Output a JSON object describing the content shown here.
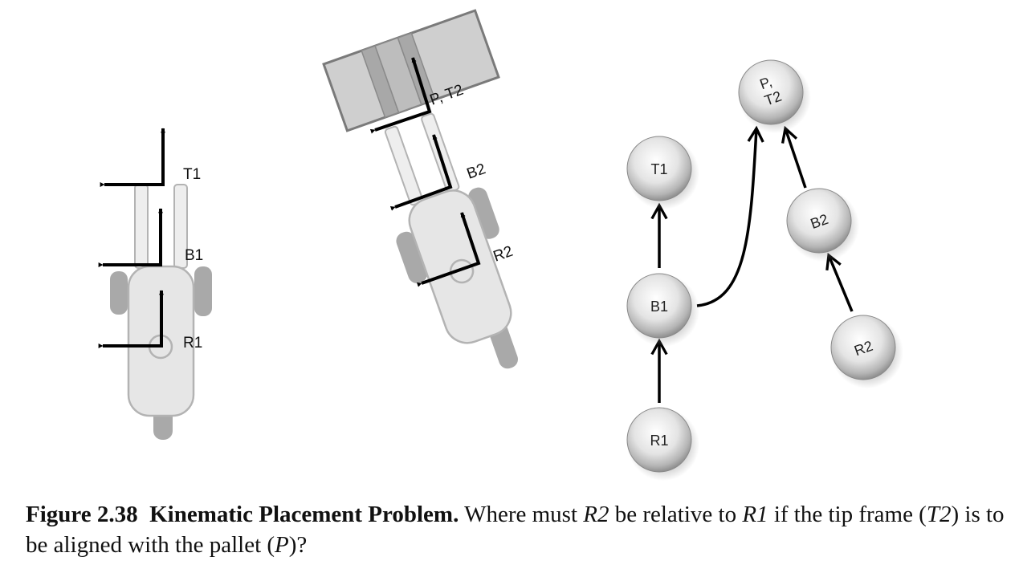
{
  "robot1": {
    "tip_label": "T1",
    "base_label": "B1",
    "robot_label": "R1"
  },
  "robot2": {
    "tip_label": "P, T2",
    "base_label": "B2",
    "robot_label": "R2"
  },
  "graph": {
    "nodes": {
      "t1": "T1",
      "b1": "B1",
      "r1": "R1",
      "pt2_line1": "P,",
      "pt2_line2": "T2",
      "b2": "B2",
      "r2": "R2"
    }
  },
  "caption": {
    "label": "Figure 2.38",
    "title": "Kinematic Placement Problem.",
    "text_1": "Where must",
    "r2": "R2",
    "text_2": "be relative to",
    "r1": "R1",
    "text_3": "if the tip frame (",
    "t2": "T2",
    "text_4": ") is to be aligned with the pallet (",
    "p": "P",
    "text_5": ")?"
  }
}
